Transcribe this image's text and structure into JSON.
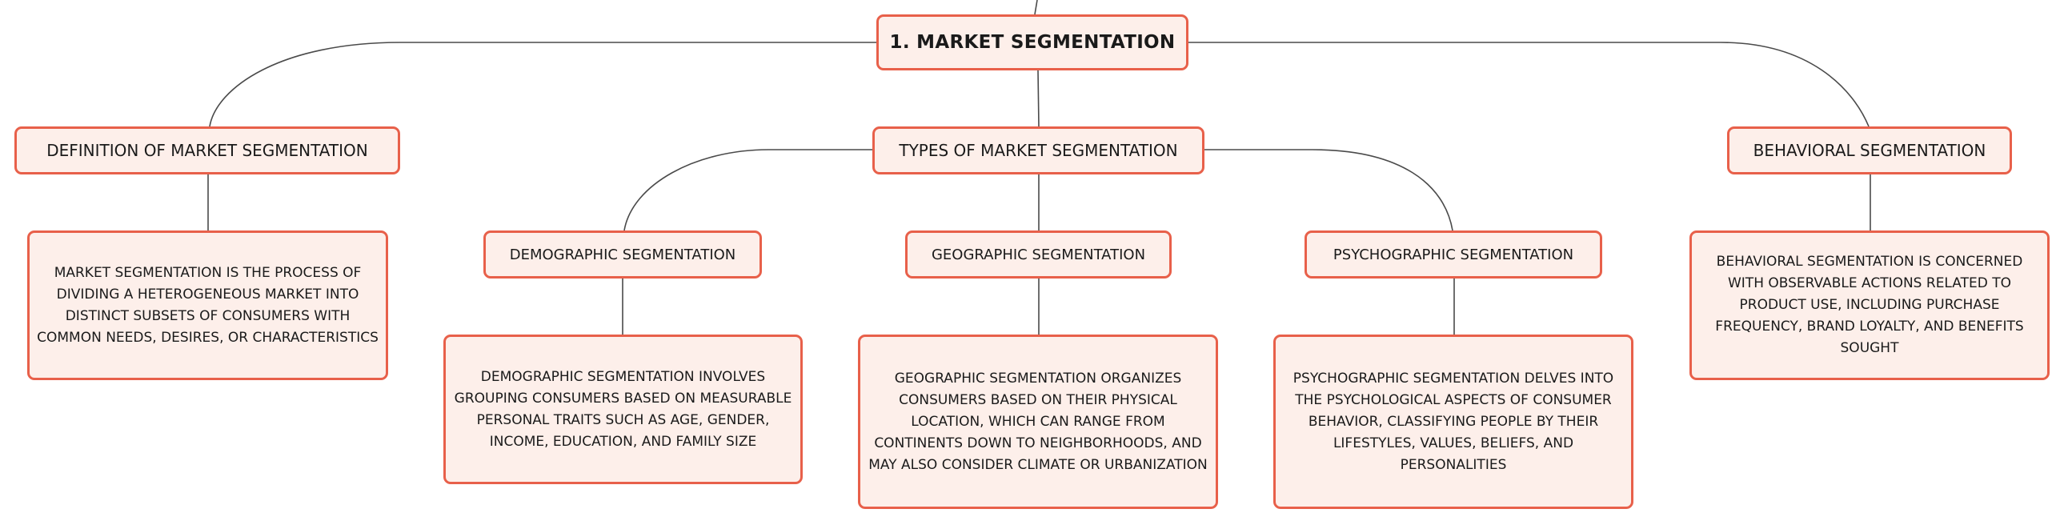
{
  "diagram": {
    "root": "1. MARKET SEGMENTATION",
    "definition": {
      "title": "DEFINITION OF MARKET SEGMENTATION",
      "text": "MARKET SEGMENTATION IS THE PROCESS OF DIVIDING A HETEROGENEOUS MARKET INTO DISTINCT SUBSETS OF CONSUMERS WITH COMMON NEEDS, DESIRES, OR CHARACTERISTICS"
    },
    "types": {
      "title": "TYPES OF MARKET SEGMENTATION",
      "demographic": {
        "title": "DEMOGRAPHIC SEGMENTATION",
        "text": "DEMOGRAPHIC SEGMENTATION INVOLVES GROUPING CONSUMERS BASED ON MEASURABLE PERSONAL TRAITS SUCH AS AGE, GENDER, INCOME, EDUCATION, AND FAMILY SIZE"
      },
      "geographic": {
        "title": "GEOGRAPHIC SEGMENTATION",
        "text": "GEOGRAPHIC SEGMENTATION ORGANIZES CONSUMERS BASED ON THEIR PHYSICAL LOCATION, WHICH CAN RANGE FROM CONTINENTS DOWN TO NEIGHBORHOODS, AND MAY ALSO CONSIDER CLIMATE OR URBANIZATION"
      },
      "psychographic": {
        "title": "PSYCHOGRAPHIC SEGMENTATION",
        "text": "PSYCHOGRAPHIC SEGMENTATION DELVES INTO THE PSYCHOLOGICAL ASPECTS OF CONSUMER BEHAVIOR, CLASSIFYING PEOPLE BY THEIR LIFESTYLES, VALUES, BELIEFS, AND PERSONALITIES"
      }
    },
    "behavioral": {
      "title": "BEHAVIORAL SEGMENTATION",
      "text": "BEHAVIORAL SEGMENTATION IS CONCERNED WITH OBSERVABLE ACTIONS RELATED TO PRODUCT USE, INCLUDING PURCHASE FREQUENCY, BRAND LOYALTY, AND BENEFITS SOUGHT"
    }
  },
  "colors": {
    "node_border": "#e8604a",
    "node_fill": "#fdefea",
    "connector": "#4a4a4a",
    "text": "#1a1a1a"
  }
}
